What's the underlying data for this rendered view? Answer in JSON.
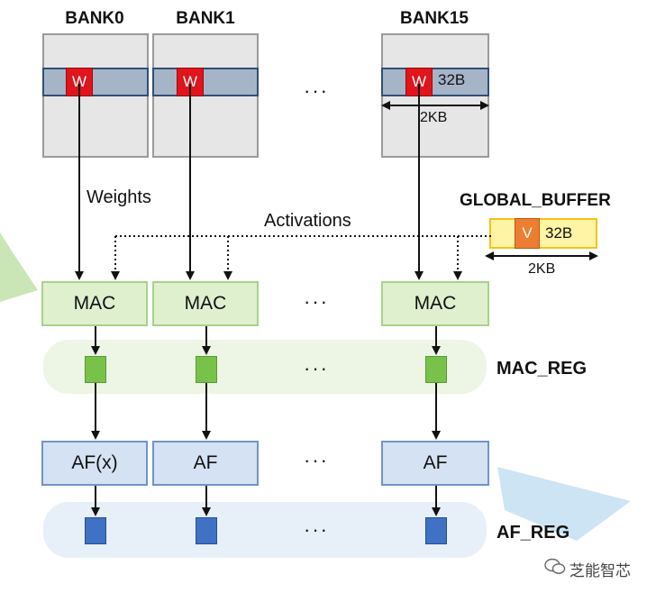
{
  "banks": [
    {
      "title": "BANK0",
      "cell": "W"
    },
    {
      "title": "BANK1",
      "cell": "W"
    },
    {
      "title": "BANK15",
      "cell": "W",
      "size_label": "32B",
      "width_label": "2KB"
    }
  ],
  "ellipsis": "···",
  "labels": {
    "weights": "Weights",
    "activations": "Activations"
  },
  "global_buffer": {
    "title": "GLOBAL_BUFFER",
    "cell": "V",
    "size_label": "32B",
    "width_label": "2KB"
  },
  "mac_units": [
    "MAC",
    "MAC",
    "MAC"
  ],
  "mac_reg": "MAC_REG",
  "af_units": [
    "AF(x)",
    "AF",
    "AF"
  ],
  "af_reg": "AF_REG",
  "watermark": "芝能智芯",
  "colors": {
    "bank_fill": "#e6e6e6",
    "bank_row": "#a6b4c8",
    "weight_cell": "#e0141b",
    "buffer_fill": "#fff3a6",
    "buffer_cell": "#ed7d31",
    "mac_fill": "#dff0cf",
    "mac_reg_square": "#78c24a",
    "af_fill": "#d5e2f3",
    "af_reg_square": "#3f72c4"
  }
}
